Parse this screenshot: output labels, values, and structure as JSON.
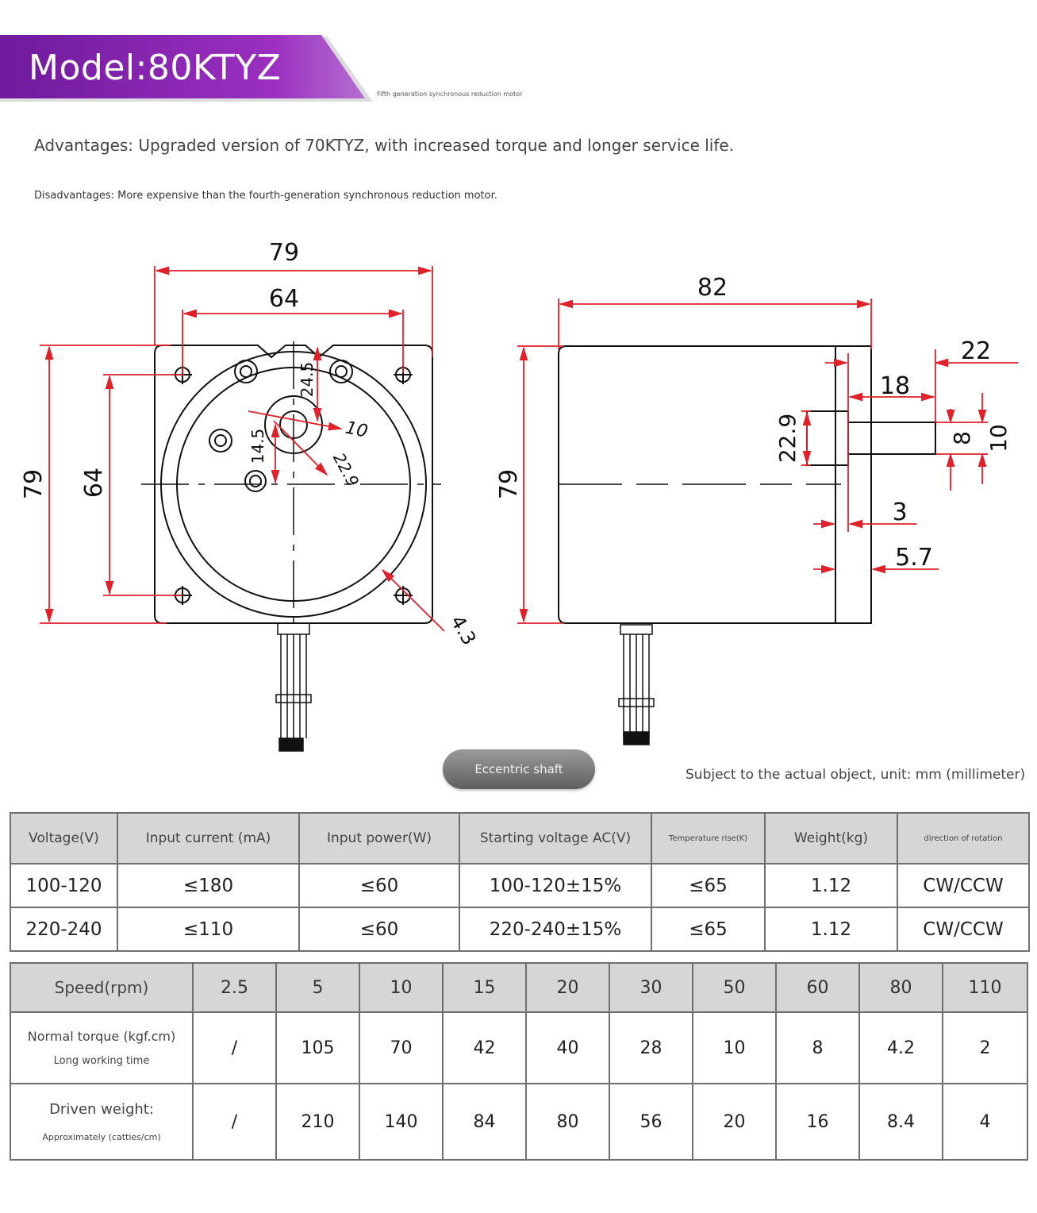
{
  "header": {
    "model_title": "Model:80KTYZ",
    "subtitle": "Fifth generation synchronous reduction motor",
    "banner_color": "#7a1fa2"
  },
  "advantages": "Advantages: Upgraded version of 70KTYZ, with increased torque and longer service life.",
  "disadvantages": "Disadvantages: More expensive than the fourth-generation synchronous reduction motor.",
  "drawing": {
    "dimension_color": "#e0212a",
    "front": {
      "outer_width": "79",
      "hole_spacing_width": "64",
      "outer_height": "79",
      "hole_spacing_height": "64",
      "shaft_offset_vertical": "24.5",
      "shaft_offset_horizontal": "14.5",
      "hub_diameter": "22.9",
      "shaft_diameter": "10",
      "mount_hole": "4.3"
    },
    "side": {
      "body_length": "82",
      "height": "79",
      "hub_diameter": "22.9",
      "shaft_total": "22",
      "shaft_length": "18",
      "flat_width": "8",
      "shaft_diameter": "10",
      "gap": "3",
      "hub_length": "5.7"
    },
    "eccentric_label": "Eccentric shaft",
    "unit_note": "Subject to the actual object, unit: mm (millimeter)"
  },
  "electrical_table": {
    "headers": [
      "Voltage(V)",
      "Input current (mA)",
      "Input power(W)",
      "Starting voltage AC(V)",
      "Temperature rise(K)",
      "Weight(kg)",
      "direction of rotation"
    ],
    "rows": [
      [
        "100-120",
        "≤180",
        "≤60",
        "100-120±15%",
        "≤65",
        "1.12",
        "CW/CCW"
      ],
      [
        "220-240",
        "≤110",
        "≤60",
        "220-240±15%",
        "≤65",
        "1.12",
        "CW/CCW"
      ]
    ]
  },
  "speed_table": {
    "speed_label": "Speed(rpm)",
    "speeds": [
      "2.5",
      "5",
      "10",
      "15",
      "20",
      "30",
      "50",
      "60",
      "80",
      "110"
    ],
    "torque": {
      "label": "Normal torque (kgf.cm)",
      "sublabel": "Long working time",
      "values": [
        "/",
        "105",
        "70",
        "42",
        "40",
        "28",
        "10",
        "8",
        "4.2",
        "2"
      ]
    },
    "weight": {
      "label": "Driven weight:",
      "sublabel": "Approximately (catties/cm)",
      "values": [
        "/",
        "210",
        "140",
        "84",
        "80",
        "56",
        "20",
        "16",
        "8.4",
        "4"
      ]
    }
  }
}
